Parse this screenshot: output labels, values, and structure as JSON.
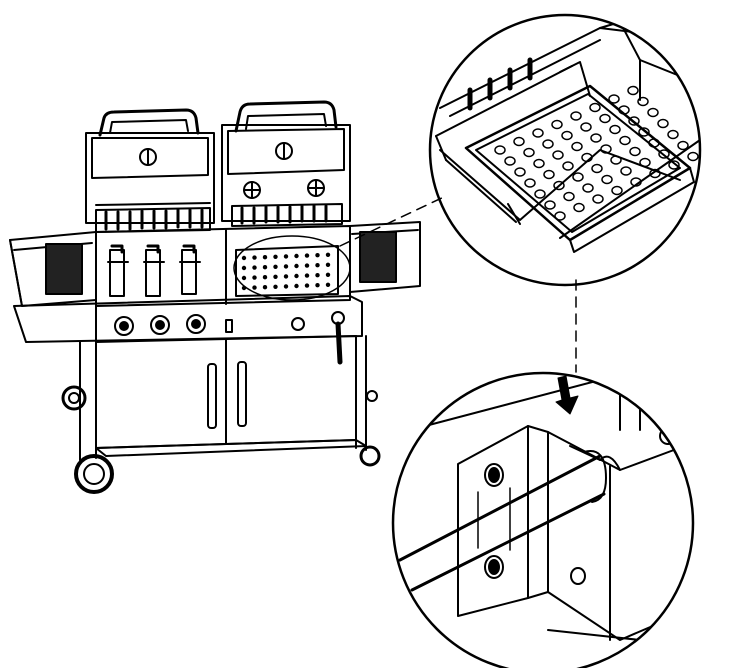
{
  "figure": {
    "kind": "assembly-illustration",
    "subject": "gas-grill-with-side-burners",
    "line_color": "#000000",
    "background_color": "#ffffff"
  },
  "callouts": [
    {
      "id": "warming-tray-detail",
      "shows": "perforated-tray-slid-into-rails"
    },
    {
      "id": "bracket-detail",
      "shows": "rod-insert-into-bracket",
      "arrow": "down"
    }
  ]
}
